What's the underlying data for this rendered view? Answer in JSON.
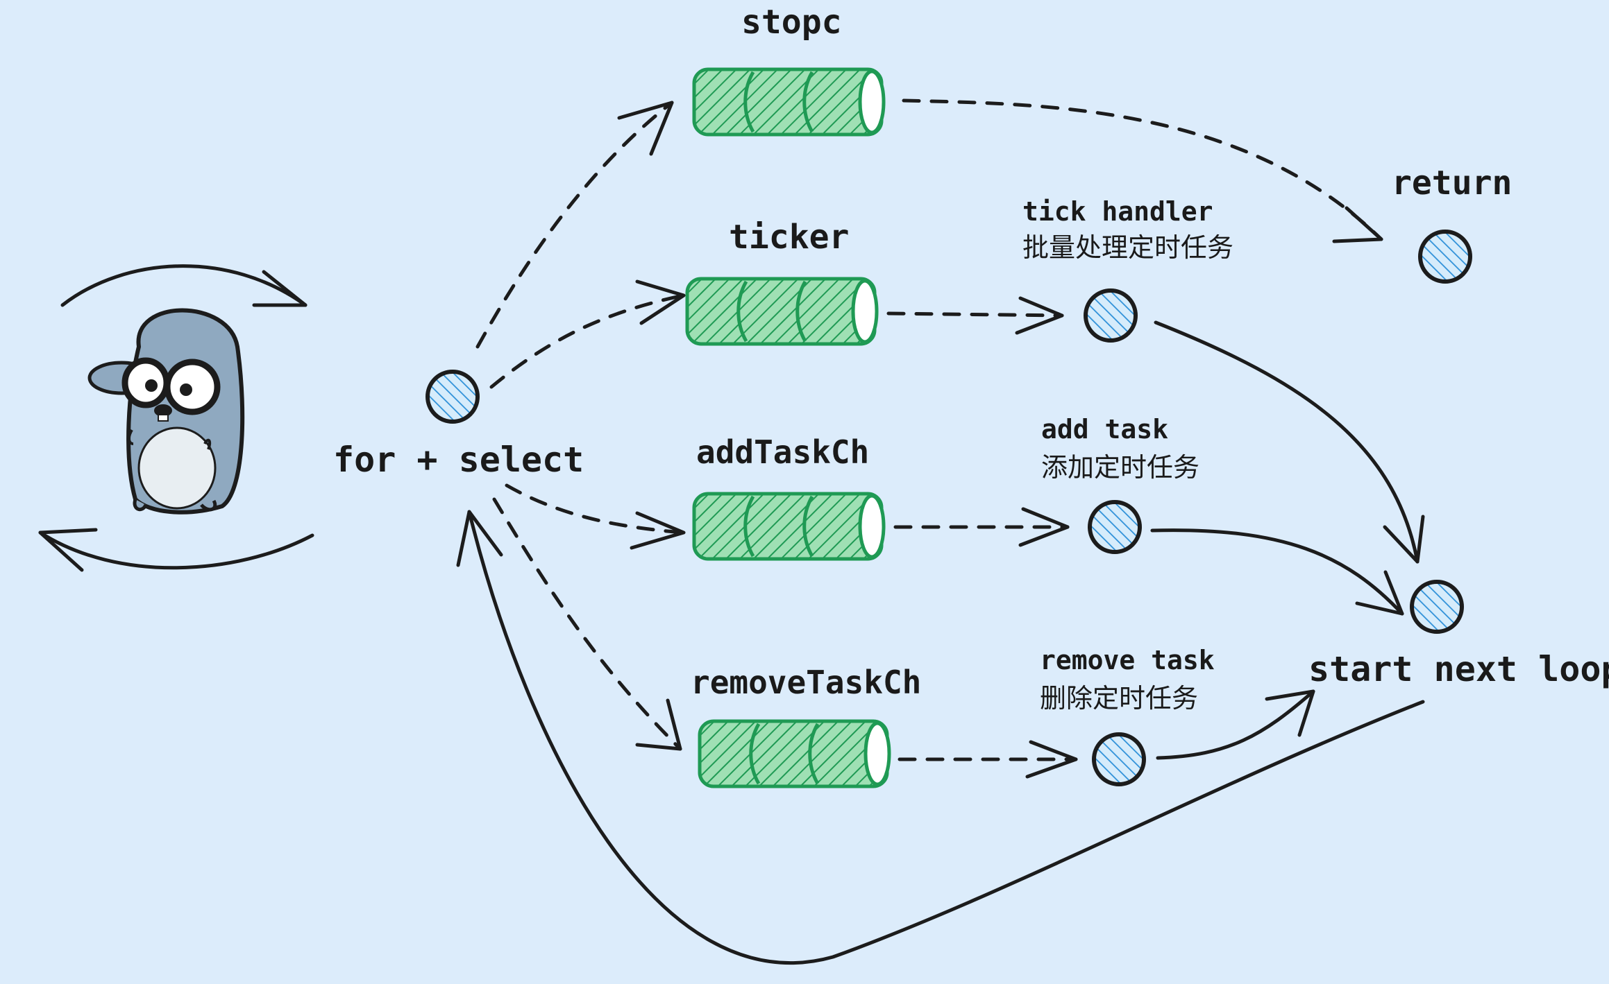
{
  "colors": {
    "background": "#dcecfb",
    "channel_fill": "#3fbf6f",
    "channel_stroke": "#1f9a54",
    "node_fill": "#2b8fd8",
    "ink": "#1c1c1c",
    "gopher_body": "#8fa9c0"
  },
  "mascot": {
    "name": "gopher-icon"
  },
  "loop": {
    "label": "for + select"
  },
  "channels": [
    {
      "id": "stopc",
      "label": "stopc"
    },
    {
      "id": "ticker",
      "label": "ticker"
    },
    {
      "id": "addtask",
      "label": "addTaskCh"
    },
    {
      "id": "removetask",
      "label": "removeTaskCh"
    }
  ],
  "handlers": [
    {
      "id": "tick",
      "title": "tick handler",
      "desc": "批量处理定时任务"
    },
    {
      "id": "add",
      "title": "add task",
      "desc": "添加定时任务"
    },
    {
      "id": "remove",
      "title": "remove task",
      "desc": "删除定时任务"
    }
  ],
  "terminals": {
    "return_label": "return",
    "next_loop_label": "start next loop"
  }
}
